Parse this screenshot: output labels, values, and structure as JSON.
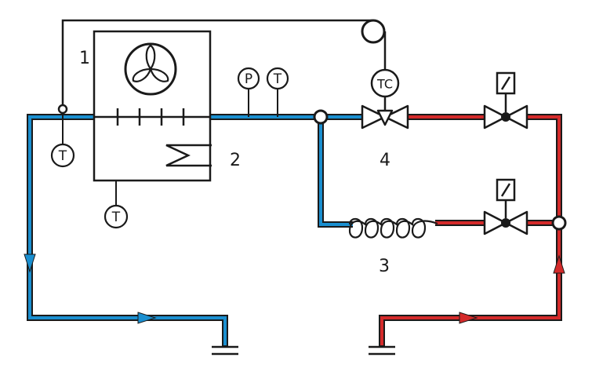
{
  "colors": {
    "cold": "#1a8fd0",
    "hot": "#d42a2a",
    "line": "#1a1a1a",
    "background": "#ffffff"
  },
  "labels": {
    "unit": "1",
    "condenser": "2",
    "capillary": "3",
    "valve": "4"
  },
  "symbols": {
    "temperature": "T",
    "pressure": "P",
    "temp_control": "TC"
  },
  "icons": {
    "fan": "fan-icon",
    "solenoid": "solenoid-valve-icon",
    "tc_valve": "control-valve-icon",
    "pulley": "pulley-icon",
    "ground": "ground-icon"
  }
}
